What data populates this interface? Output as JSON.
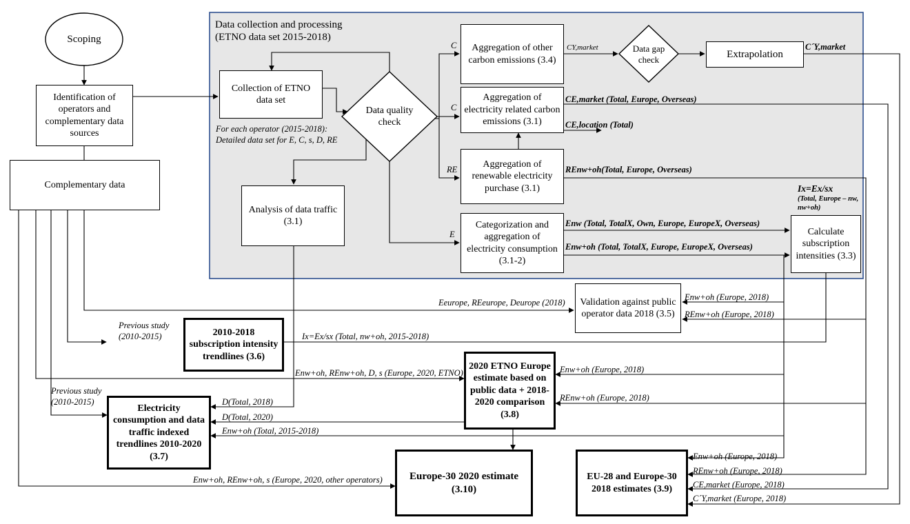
{
  "region": {
    "title_line1": "Data collection and processing",
    "title_line2": "(ETNO data set 2015-2018)"
  },
  "nodes": {
    "scoping": "Scoping",
    "identification": "Identification of operators and complementary data sources",
    "complementary": "Complementary data",
    "collection": "Collection of ETNO data set",
    "quality_check": "Data quality check",
    "agg_other": "Aggregation of other carbon emissions (3.4)",
    "data_gap_check": "Data gap check",
    "extrapolation": "Extrapolation",
    "agg_electricity_carbon": "Aggregation of electricity related carbon emissions (3.1)",
    "agg_renewable": "Aggregation of renewable electricity purchase (3.1)",
    "analysis_traffic": "Analysis of data traffic (3.1)",
    "categorization": "Categorization and aggregation of electricity consumption (3.1-2)",
    "calc_intensities": "Calculate subscription intensities (3.3)",
    "validation": "Validation against public operator data 2018 (3.5)",
    "trendlines_2010_2018": "2010-2018 subscription intensity trendlines (3.6)",
    "etno_2020": "2020 ETNO Europe estimate based on public data + 2018-2020 comparison (3.8)",
    "electricity_trendlines": "Electricity consumption and data traffic indexed trendlines 2010-2020 (3.7)",
    "europe30_2020": "Europe-30 2020 estimate (3.10)",
    "eu28_2018": "EU-28 and Europe-30 2018 estimates (3.9)"
  },
  "annotations": {
    "for_each_operator": "For each operator (2015-2018): Detailed data set for E, C, s, D, RE",
    "intensity_formula": "Ix=Ex/sx",
    "intensity_scope": "(Total, Europe – nw, nw+oh)",
    "previous_study_1": "Previous study (2010-2015)",
    "previous_study_2": "Previous study (2010-2015)"
  },
  "edge_labels": {
    "c_to_other": "C",
    "c_to_electricity": "C",
    "re_to_renewable": "RE",
    "e_to_categorization": "E",
    "cy_market": "CY,market",
    "cy_market_prime": "C´Y,market",
    "ce_market": "CE,market (Total, Europe, Overseas)",
    "ce_location": "CE,location (Total)",
    "re_nw_oh": "REnw+oh(Total, Europe, Overseas)",
    "e_nw": "Enw (Total, TotalX, Own, Europe, EuropeX, Overseas)",
    "e_nw_oh": "Enw+oh (Total, TotalX, Europe, EuropeX, Overseas)",
    "e_europe": "Eeurope, REeurope, Deurope (2018)",
    "val_e": "Enw+oh (Europe, 2018)",
    "val_re": "REnw+oh (Europe, 2018)",
    "ix_total": "Ix=Ex/sx (Total, nw+oh, 2015-2018)",
    "etno_inputs": "Enw+oh, REnw+oh, D, s (Europe, 2020, ETNO)",
    "etno_e": "Enw+oh (Europe, 2018)",
    "etno_re": "REnw+oh (Europe, 2018)",
    "d_2018": "D(Total, 2018)",
    "d_2020": "D(Total, 2020)",
    "e_total": "Enw+oh (Total, 2015-2018)",
    "eu30_inputs": "Enw+oh, REnw+oh, s (Europe, 2020, other operators)",
    "eu28_e": "Enw+oh (Europe, 2018)",
    "eu28_re": "REnw+oh (Europe, 2018)",
    "eu28_ce": "CE,market (Europe, 2018)",
    "eu28_cy": "C´Y,market (Europe, 2018)"
  },
  "colors": {
    "region_fill": "#e7e7e7",
    "region_border": "#2e4f8f",
    "line": "#000000"
  }
}
